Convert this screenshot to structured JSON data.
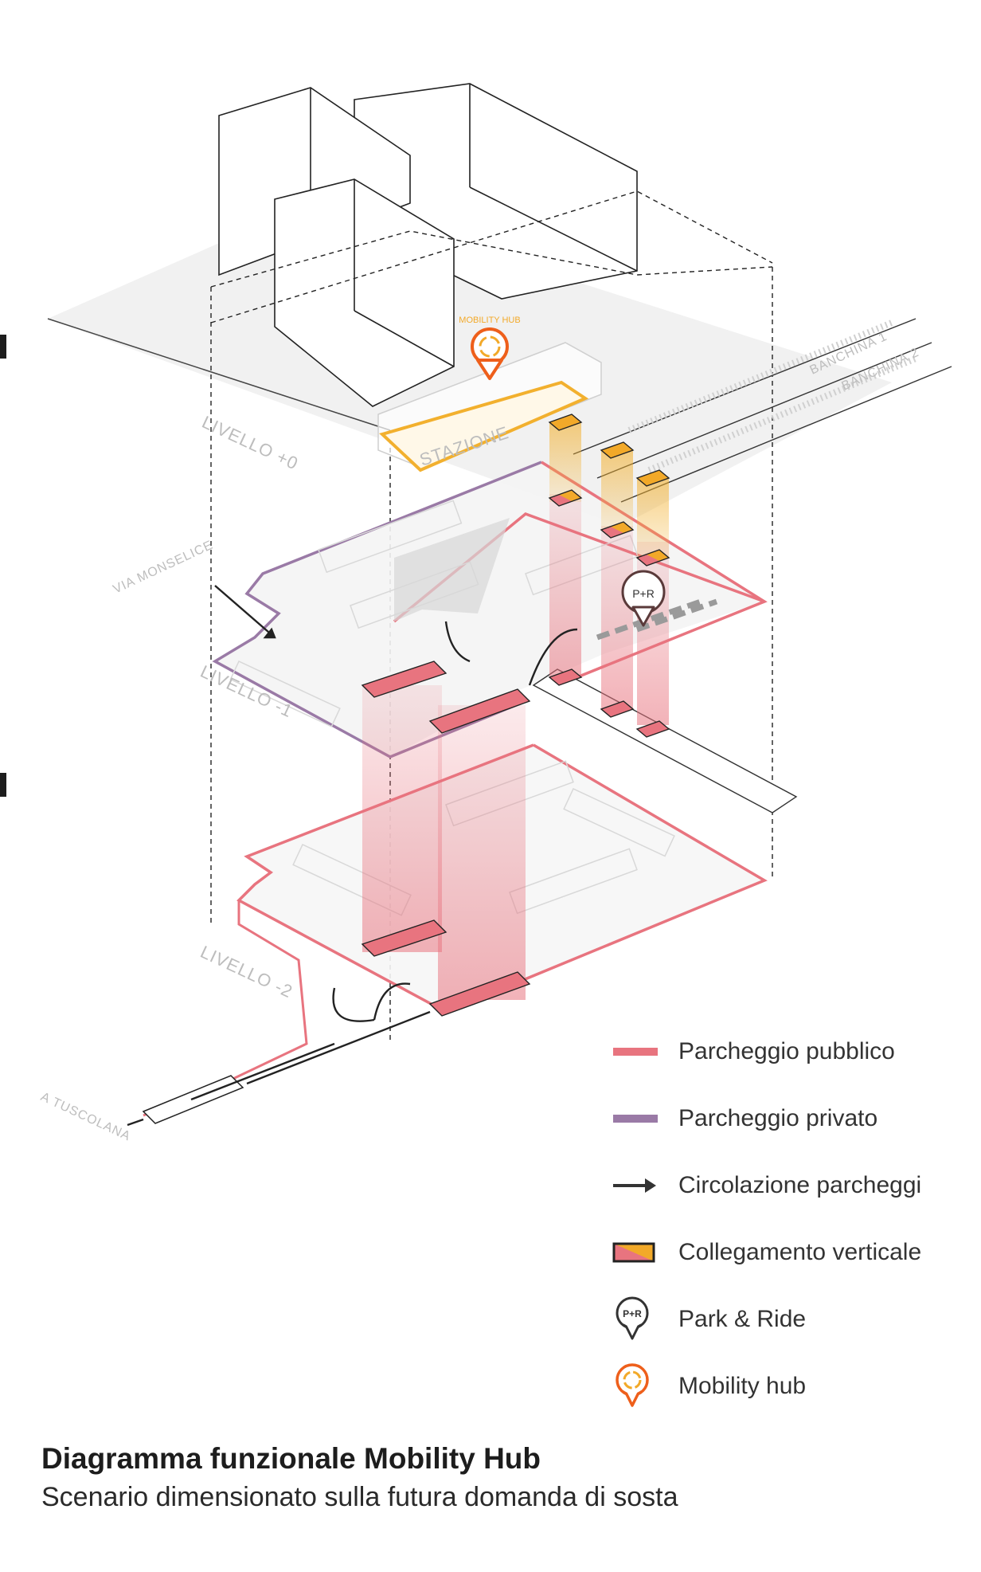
{
  "diagram": {
    "labels": {
      "level0": "LIVELLO +0",
      "level_minus1": "LIVELLO -1",
      "level_minus2": "LIVELLO -2",
      "station": "STAZIONE",
      "mobility_hub_badge": "MOBILITY HUB",
      "park_ride_badge": "P+R",
      "street_monselice": "VIA MONSELICE",
      "street_tuscolana": "A TUSCOLANA",
      "platform1": "BANCHINA 1",
      "platform2": "BANCHINA 2"
    },
    "colors": {
      "public_parking": "#e8747f",
      "private_parking": "#9a7aa6",
      "circulation": "#333333",
      "vertical_link_pink": "#e8747f",
      "vertical_link_orange": "#f2a929",
      "station_outline": "#f2b02e",
      "mobility_hub": "#ee5f1b",
      "park_ride": "#333333"
    }
  },
  "legend": {
    "items": [
      {
        "id": "public",
        "label": "Parcheggio pubblico",
        "icon": "pink-line-icon"
      },
      {
        "id": "private",
        "label": "Parcheggio privato",
        "icon": "purple-line-icon"
      },
      {
        "id": "circulation",
        "label": "Circolazione parcheggi",
        "icon": "arrow-icon"
      },
      {
        "id": "vertical",
        "label": "Collegamento verticale",
        "icon": "vertical-link-icon"
      },
      {
        "id": "parkride",
        "label": "Park & Ride",
        "icon": "park-ride-pin-icon"
      },
      {
        "id": "hub",
        "label": "Mobility hub",
        "icon": "mobility-hub-pin-icon"
      }
    ]
  },
  "caption": {
    "title": "Diagramma funzionale Mobility Hub",
    "subtitle": "Scenario dimensionato sulla futura domanda di sosta"
  }
}
